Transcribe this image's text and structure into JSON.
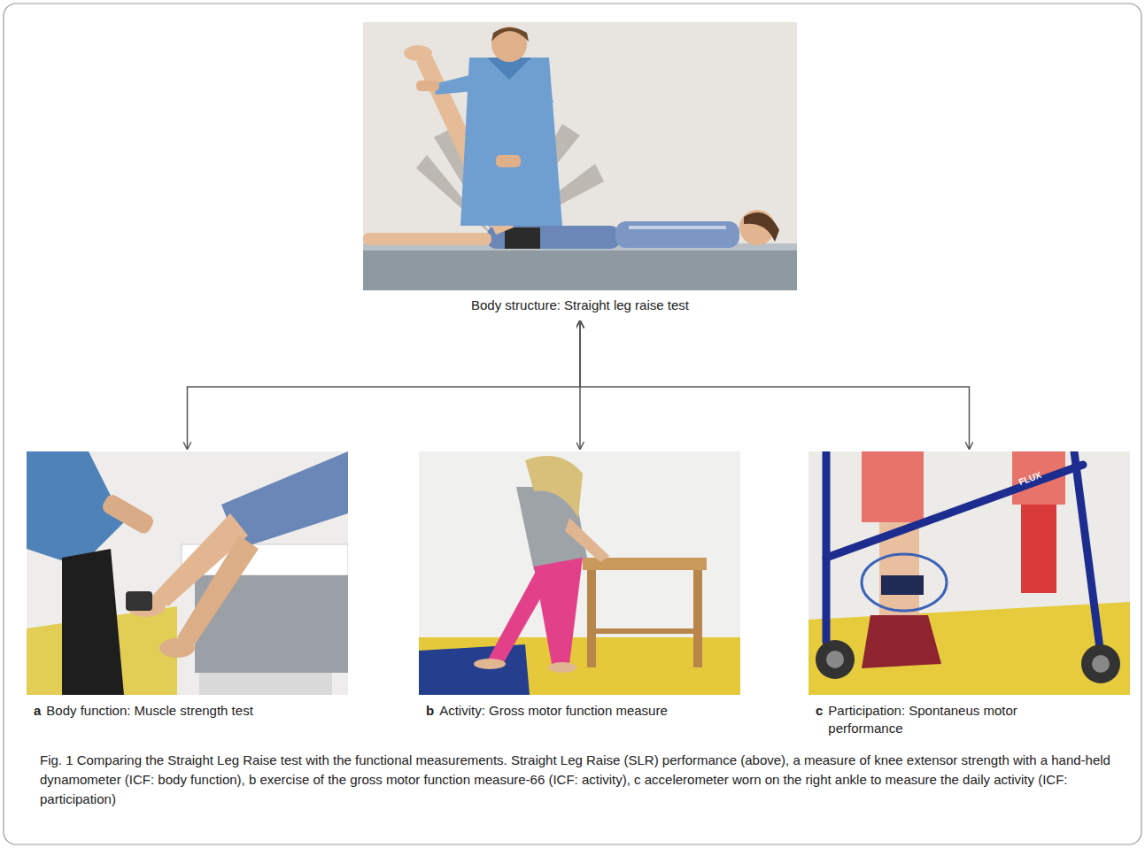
{
  "diagram": {
    "caption": "Fig. 1 Comparing the Straight Leg Raise test with the functional measurements. Straight Leg Raise (SLR) performance (above), a measure of knee extensor strength with a hand-held dynamometer (ICF: body function), b exercise of the gross motor function measure-66 (ICF: activity), c accelerometer worn on the right ankle to measure the daily activity (ICF: participation)",
    "nodes": [
      {
        "text": [
          "Body structure: Straight leg raise test"
        ]
      },
      {
        "text": [
          "a",
          "Body function: Muscle strength test"
        ]
      },
      {
        "text": [
          "b",
          "Activity: Gross motor function measure"
        ]
      },
      {
        "text": [
          "c",
          "Participation: Spontaneus motor performance"
        ]
      }
    ],
    "edges": [
      {
        "from": 0,
        "to": 1,
        "arrow": "both"
      },
      {
        "from": 0,
        "to": 2,
        "arrow": "both"
      },
      {
        "from": 0,
        "to": 3,
        "arrow": "both"
      }
    ],
    "labels": [
      "FLUX"
    ]
  }
}
